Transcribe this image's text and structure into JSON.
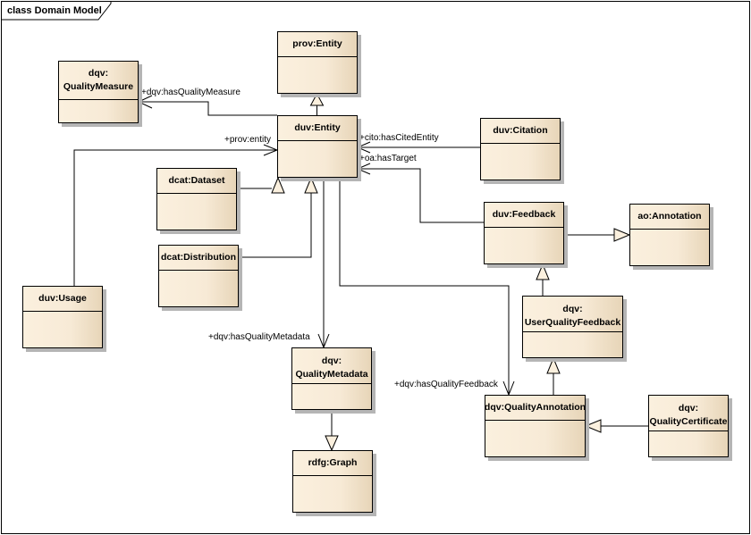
{
  "diagram": {
    "frame_title": "class Domain Model",
    "classes": [
      {
        "id": "prov-entity",
        "label": "prov:Entity"
      },
      {
        "id": "dqv-quality-measure",
        "label_line1": "dqv:",
        "label_line2": "QualityMeasure"
      },
      {
        "id": "duv-entity",
        "label": "duv:Entity"
      },
      {
        "id": "duv-citation",
        "label": "duv:Citation"
      },
      {
        "id": "dcat-dataset",
        "label": "dcat:Dataset"
      },
      {
        "id": "dcat-distribution",
        "label": "dcat:Distribution"
      },
      {
        "id": "duv-feedback",
        "label": "duv:Feedback"
      },
      {
        "id": "ao-annotation",
        "label": "ao:Annotation"
      },
      {
        "id": "duv-usage",
        "label": "duv:Usage"
      },
      {
        "id": "dqv-user-quality-feedback",
        "label_line1": "dqv:",
        "label_line2": "UserQualityFeedback"
      },
      {
        "id": "dqv-quality-metadata",
        "label_line1": "dqv:",
        "label_line2": "QualityMetadata"
      },
      {
        "id": "dqv-quality-annotation",
        "label": "dqv:QualityAnnotation"
      },
      {
        "id": "dqv-quality-certificate",
        "label_line1": "dqv:",
        "label_line2": "QualityCertificate"
      },
      {
        "id": "rdfg-graph",
        "label": "rdfg:Graph"
      }
    ],
    "associations": [
      {
        "from": "duv:Entity",
        "to": "dqv:QualityMeasure",
        "role": "+dqv:hasQualityMeasure"
      },
      {
        "from": "duv:Usage",
        "to": "duv:Entity",
        "role": "+prov:entity"
      },
      {
        "from": "duv:Citation",
        "to": "duv:Entity",
        "role": "+cito:hasCitedEntity"
      },
      {
        "from": "duv:Feedback",
        "to": "duv:Entity",
        "role": "+oa:hasTarget"
      },
      {
        "from": "duv:Entity",
        "to": "dqv:QualityMetadata",
        "role": "+dqv:hasQualityMetadata"
      },
      {
        "from": "duv:Entity",
        "to": "dqv:QualityAnnotation",
        "role": "+dqv:hasQualityFeedback"
      }
    ],
    "generalizations": [
      {
        "child": "duv:Entity",
        "parent": "prov:Entity"
      },
      {
        "child": "dcat:Dataset",
        "parent": "duv:Entity"
      },
      {
        "child": "dcat:Distribution",
        "parent": "duv:Entity"
      },
      {
        "child": "duv:Feedback",
        "parent": "ao:Annotation"
      },
      {
        "child": "dqv:UserQualityFeedback",
        "parent": "duv:Feedback"
      },
      {
        "child": "dqv:QualityAnnotation",
        "parent": "dqv:UserQualityFeedback"
      },
      {
        "child": "dqv:QualityCertificate",
        "parent": "dqv:QualityAnnotation"
      },
      {
        "child": "dqv:QualityMetadata",
        "parent": "rdfg:Graph"
      }
    ]
  }
}
